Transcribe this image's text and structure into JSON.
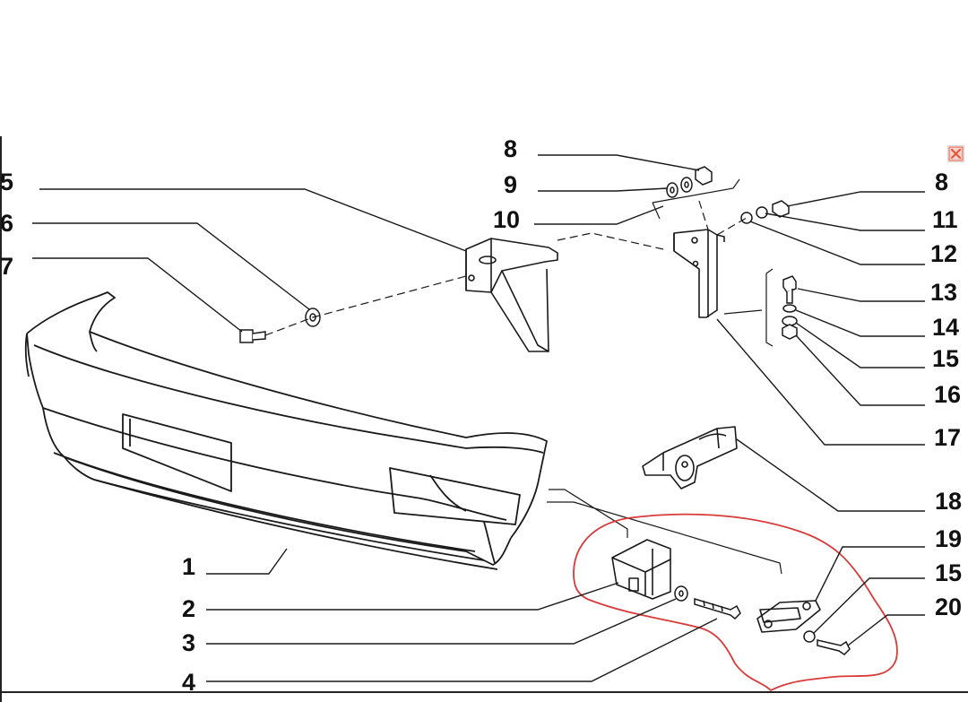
{
  "diagram": {
    "callouts": [
      {
        "id": "c1",
        "text": "1"
      },
      {
        "id": "c2",
        "text": "2"
      },
      {
        "id": "c3",
        "text": "3"
      },
      {
        "id": "c4",
        "text": "4"
      },
      {
        "id": "c5",
        "text": "5"
      },
      {
        "id": "c6",
        "text": "6"
      },
      {
        "id": "c7",
        "text": "7"
      },
      {
        "id": "c8a",
        "text": "8"
      },
      {
        "id": "c9",
        "text": "9"
      },
      {
        "id": "c10",
        "text": "10"
      },
      {
        "id": "c8b",
        "text": "8"
      },
      {
        "id": "c11",
        "text": "11"
      },
      {
        "id": "c12",
        "text": "12"
      },
      {
        "id": "c13",
        "text": "13"
      },
      {
        "id": "c14",
        "text": "14"
      },
      {
        "id": "c15a",
        "text": "15"
      },
      {
        "id": "c16",
        "text": "16"
      },
      {
        "id": "c17",
        "text": "17"
      },
      {
        "id": "c18",
        "text": "18"
      },
      {
        "id": "c19",
        "text": "19"
      },
      {
        "id": "c15b",
        "text": "15"
      },
      {
        "id": "c20",
        "text": "20"
      }
    ],
    "highlight_color": "#d93a3a",
    "line_color": "#1a1a1a"
  },
  "window": {
    "close_icon": "close-icon",
    "close_color": "#e8553a"
  }
}
